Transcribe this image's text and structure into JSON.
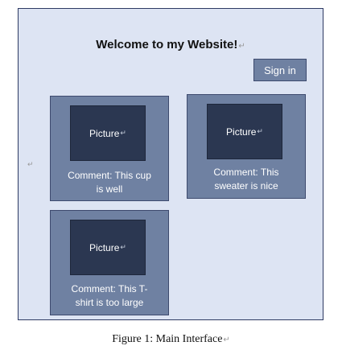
{
  "site": {
    "title": "Welcome to my Website!",
    "sign_in_label": "Sign in"
  },
  "cards": [
    {
      "picture_label": "Picture",
      "comment_line1": "Comment: This cup",
      "comment_line2": "is well"
    },
    {
      "picture_label": "Picture",
      "comment_line1": "Comment: This",
      "comment_line2": "sweater is nice"
    },
    {
      "picture_label": "Picture",
      "comment_line1": "Comment: This T-",
      "comment_line2": "shirt is too large"
    }
  ],
  "caption": "Figure 1: Main Interface",
  "marks": {
    "paragraph": "↵"
  }
}
